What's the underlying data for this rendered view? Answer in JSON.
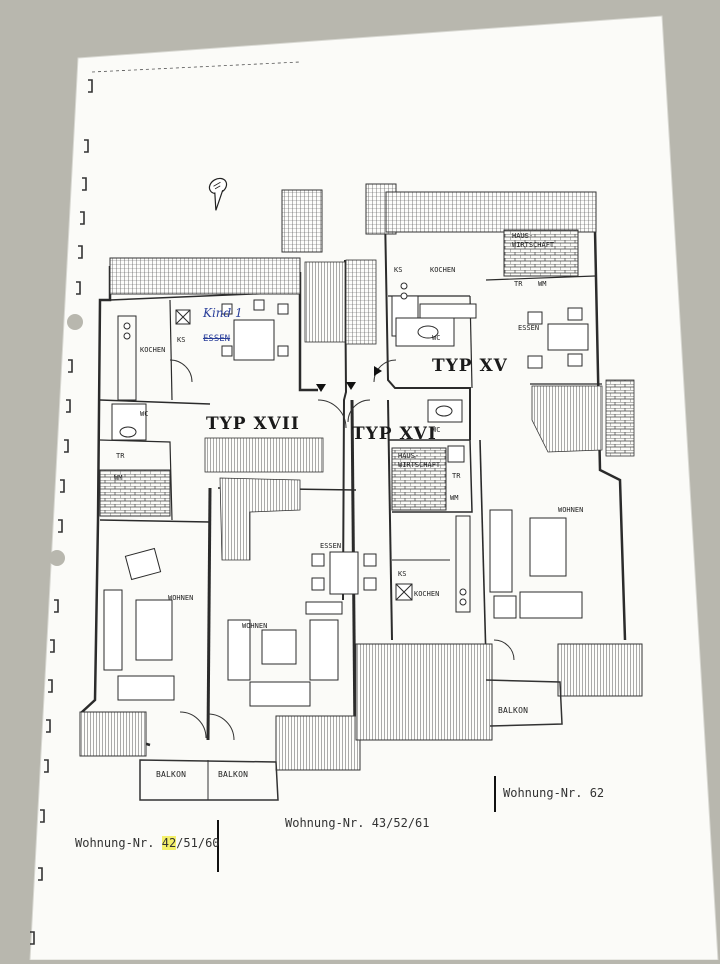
{
  "labels": {
    "kind": "Kind 1",
    "essen_xvii": "ESSEN",
    "kochen_xvii": "KOCHEN",
    "ks": "KS",
    "typ_xvii": "TYP XVII",
    "typ_xvi": "TYP XVI",
    "typ_xv": "TYP XV",
    "tr": "TR",
    "wm": "WM",
    "wc": "WC",
    "wohnen": "WOHNEN",
    "essen": "ESSEN",
    "kochen": "KOCHEN",
    "haus": "HAUS-",
    "wirtschaft": "WIRTSCHAFT",
    "balkon": "BALKON"
  },
  "apartment_numbers": {
    "left_prefix": "Wohnung-Nr.",
    "left_highlight": "42",
    "left_rest": "/51/60",
    "middle": "Wohnung-Nr. 43/52/61",
    "right": "Wohnung-Nr. 62"
  },
  "colors": {
    "paper": "#fbfbf8",
    "desk": "#b8b7ae",
    "ink": "#2b2b2b",
    "highlight": "#f4f06a",
    "pen": "#2a3f9a"
  },
  "icons": [
    "pin-sticker-icon",
    "north-arrow-icon"
  ]
}
